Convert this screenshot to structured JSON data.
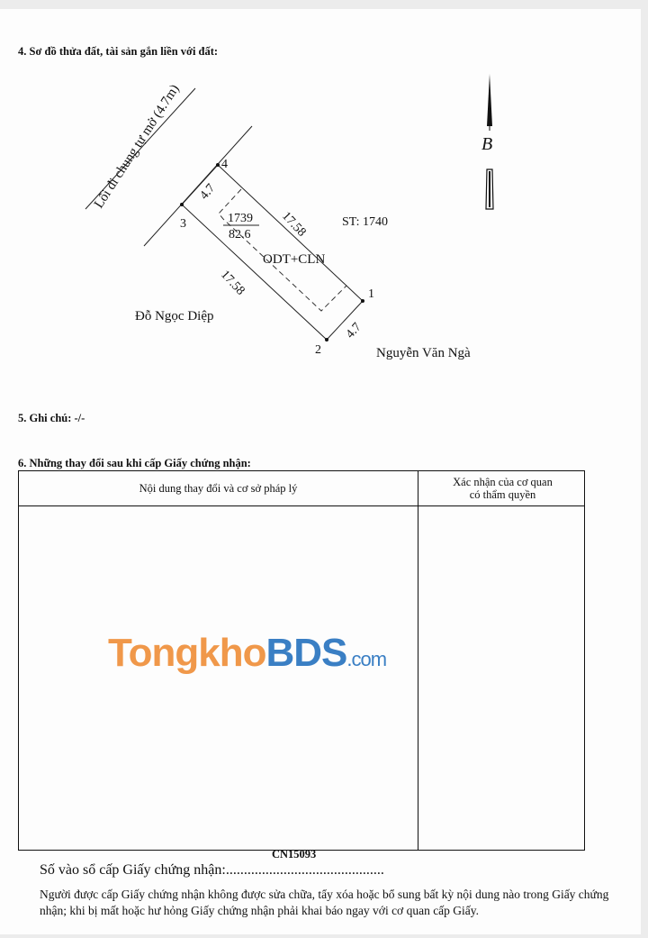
{
  "sections": {
    "s4_title": "4. Sơ đồ thửa đất, tài sản gắn liền với đất:",
    "s5_title": "5. Ghi chú: -/-",
    "s6_title": "6. Những thay đổi sau khi cấp Giấy chứng nhận:"
  },
  "diagram": {
    "road_label": "Lối đi chung tự mở (4.7m)",
    "parcel_number": "1739",
    "area": "82.6",
    "land_use": "ODT+CLN",
    "neighbor_parcel": "ST: 1740",
    "neighbor_left": "Đỗ Ngọc Diệp",
    "neighbor_bottom": "Nguyễn Văn Ngà",
    "north_label": "B",
    "points": [
      "1",
      "2",
      "3",
      "4"
    ],
    "edges": {
      "top": "4.7",
      "right_long": "17.58",
      "left_long": "17.58",
      "bottom": "4.7"
    }
  },
  "table": {
    "col1_header": "Nội dung thay đổi và cơ sở pháp lý",
    "col2_header_line1": "Xác nhận của cơ quan",
    "col2_header_line2": "có thẩm quyền"
  },
  "watermark": {
    "part1": "Tongkho",
    "part2": "BDS",
    "suffix": ".com",
    "colors": {
      "orange": "#f0984a",
      "blue": "#3a7fc4"
    }
  },
  "registration": {
    "label": "Số vào sổ cấp Giấy chứng nhận:............................................",
    "number": "CN15093"
  },
  "footer_note": "Người được cấp Giấy chứng nhận không được sửa chữa, tẩy xóa hoặc bổ sung bất kỳ nội dung nào trong Giấy chứng nhận; khi bị mất hoặc hư hỏng Giấy chứng nhận phải khai báo ngay với cơ quan cấp Giấy."
}
